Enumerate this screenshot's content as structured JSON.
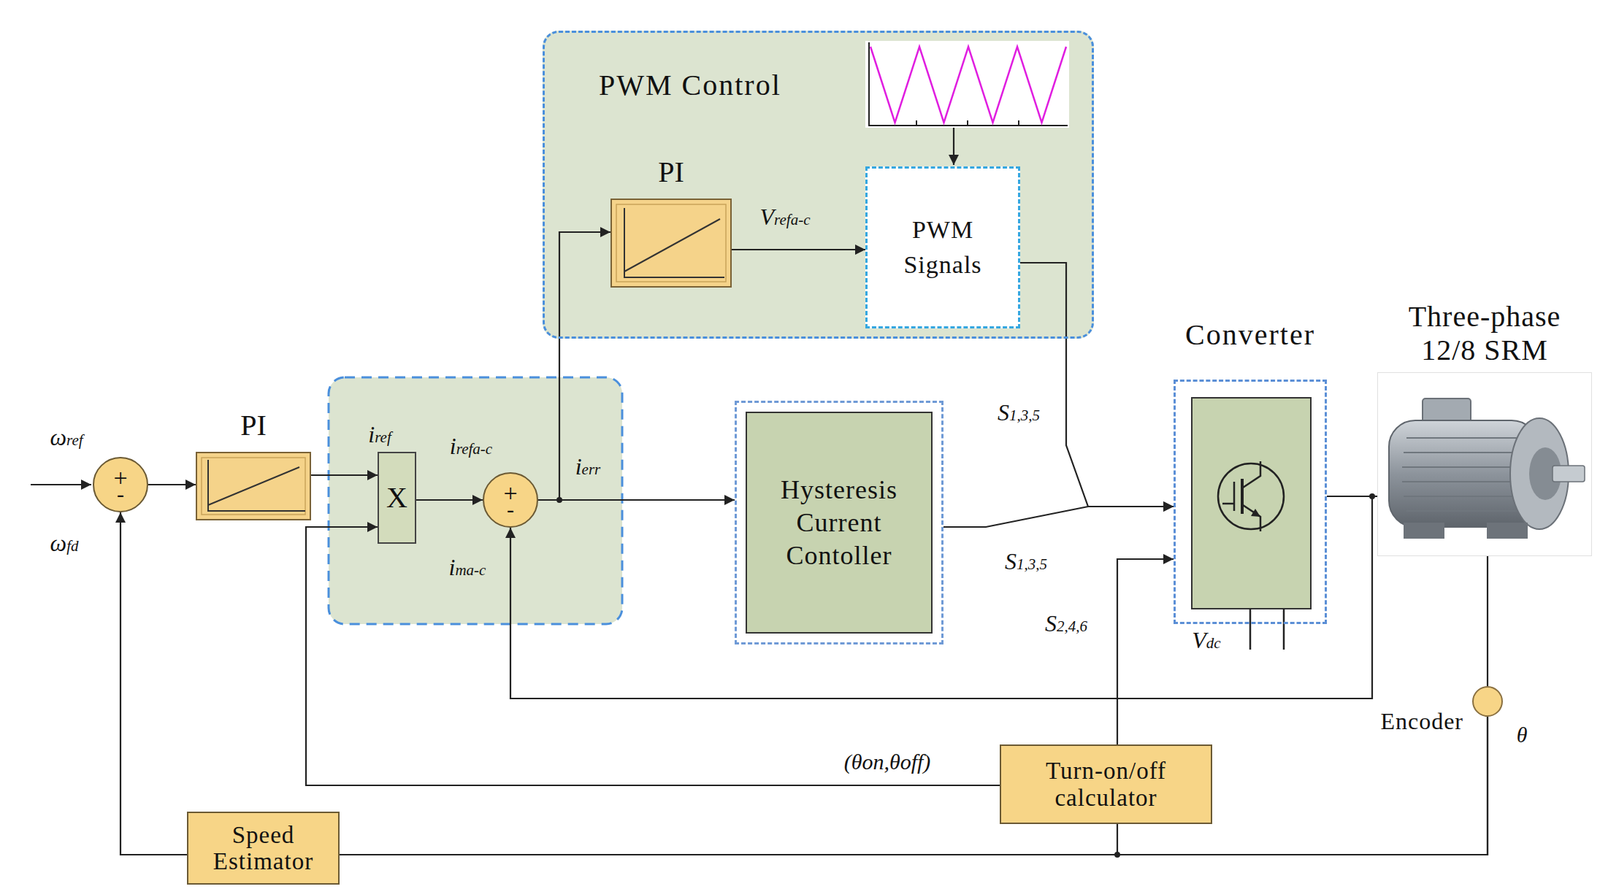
{
  "diagram": {
    "nodes": [
      {
        "text": [
          "+",
          "-"
        ]
      },
      {
        "text": [
          "PI"
        ]
      },
      {
        "text": [
          "X"
        ]
      },
      {
        "text": [
          "+",
          "-"
        ]
      },
      {
        "text": [
          "PWM Control"
        ]
      },
      {
        "text": [
          "PI"
        ],
        "in": 4
      },
      {
        "text": [
          "PWM Signals"
        ],
        "in": 4
      },
      {
        "text": [
          "Hysteresis Current Contoller"
        ]
      },
      {
        "text": [
          "Converter"
        ]
      },
      {
        "text": [
          "Three-phase 12/8 SRM"
        ]
      },
      {
        "text": [
          "Encoder"
        ]
      },
      {
        "text": [
          "Turn-on/off calculator"
        ]
      },
      {
        "text": [
          "Speed Estimator"
        ]
      }
    ],
    "edges": [
      {
        "from": 0,
        "to": 1,
        "arrow": "to"
      },
      {
        "from": 1,
        "to": 2,
        "label": "iref",
        "arrow": "to"
      },
      {
        "from": 2,
        "to": 3,
        "label": "irefa-c",
        "arrow": "to"
      },
      {
        "from": 3,
        "to": 7,
        "label": "ierr",
        "arrow": "to"
      },
      {
        "from": 3,
        "to": 5,
        "arrow": "to"
      },
      {
        "from": 5,
        "to": 6,
        "label": "Vrefa-c",
        "arrow": "to"
      },
      {
        "from": 6,
        "to": 8,
        "label": "S1,3,5",
        "arrow": "to"
      },
      {
        "from": 7,
        "to": 8,
        "label": "S1,3,5",
        "arrow": "to"
      },
      {
        "from": 11,
        "to": 8,
        "label": "S2,4,6",
        "arrow": "to"
      },
      {
        "from": 11,
        "to": 2,
        "label": "(θon,θoff)",
        "arrow": "to"
      },
      {
        "from": 8,
        "to": 9,
        "arrow": "none"
      },
      {
        "from": 8,
        "to": 3,
        "label": "ima-c",
        "arrow": "to"
      },
      {
        "from": 9,
        "to": 10,
        "arrow": "none"
      },
      {
        "from": 10,
        "to": 11,
        "arrow": "none"
      },
      {
        "from": 10,
        "to": 12,
        "arrow": "none"
      },
      {
        "from": 12,
        "to": 0,
        "label": "ωfd",
        "arrow": "to"
      }
    ],
    "labels": [
      "ωref",
      "Vdc",
      "θ"
    ]
  }
}
